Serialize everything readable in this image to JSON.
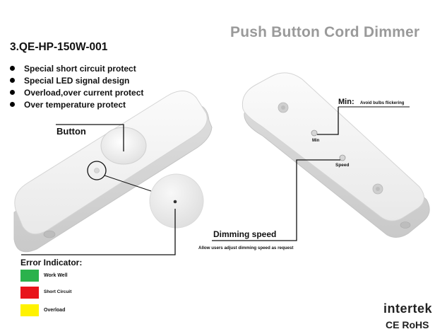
{
  "title": "Push Button Cord Dimmer",
  "model": "3.QE-HP-150W-001",
  "features": [
    "Special short circuit protect",
    "Special LED signal design",
    "Overload,over current protect",
    "Over temperature  protect"
  ],
  "callouts": {
    "button": "Button",
    "min_label": "Min:",
    "min_desc": "Avoid bulbs flickering",
    "dimming_speed": "Dimming speed",
    "dimming_speed_desc": "Allow users adjust dimming speed as request",
    "device_min": "Min",
    "device_speed": "Speed"
  },
  "error_indicator": {
    "title": "Error Indicator:",
    "items": [
      {
        "label": "Work  Well",
        "color": "#2bb24c"
      },
      {
        "label": "Short Circuit",
        "color": "#e8141b"
      },
      {
        "label": "Overload",
        "color": "#fff200"
      }
    ]
  },
  "brand": {
    "intertek": "intertek",
    "certs": "CE RoHS"
  }
}
